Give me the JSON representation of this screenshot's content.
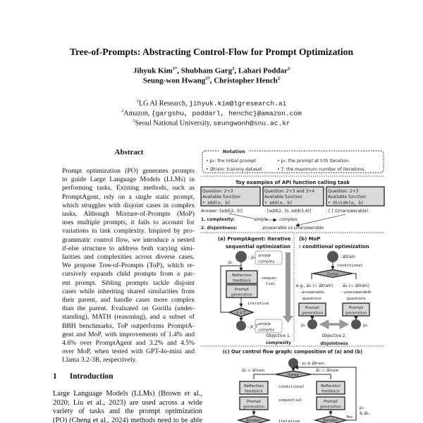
{
  "paper": {
    "title": "Tree-of-Prompts: Abstracting Control-Flow for Prompt Optimization",
    "authors_line1": [
      {
        "name": "Jihyuk Kim",
        "sup": "1*"
      },
      {
        "name": "Shubham Garg",
        "sup": "2"
      },
      {
        "name": "Lahari Poddar",
        "sup": "2"
      }
    ],
    "authors_line2": [
      {
        "name": "Seung-won Hwang",
        "sup": "3†"
      },
      {
        "name": "Christopher Hench",
        "sup": "2"
      }
    ],
    "affiliations": [
      {
        "sup": "1",
        "org": "LG AI Research, ",
        "email": "jihyuk.kim@lgresearch.ai"
      },
      {
        "sup": "2",
        "org": "Amazon, ",
        "email": "{gargshu, poddarl, henchc}@amazon.com"
      },
      {
        "sup": "3",
        "org": "Seoul National University, ",
        "email": "seungwonh@snu.ac.kr"
      }
    ],
    "abstract_heading": "Abstract",
    "abstract_lines": [
      "Prompt optimization (PO) generates prompts",
      "to guide Large Language Models (LLMs) in",
      "performing tasks. Existing methods, such as",
      "PromptAgent, rely on a single static prompt,",
      "which struggles with disjoint cases in complex",
      "tasks. Although Mixture-of-Prompts (MoP)",
      "uses multiple prompts, it fails to account for",
      "variations in task complexity. Inspired by pro-",
      "grammatic control flow, we introduce a nested",
      "if-else structure to address both varying simi-",
      "larities and complexities across diverse cases.",
      "We propose Tree-of-Prompts (ToP), which re-",
      "cursively expands child prompts from a par-",
      "ent prompt. Sibling prompts tackle disjoint",
      "cases while inheriting shared similarities from",
      "their parent, and handle cases more complex",
      "than the parent. Evaluated on Gorilla (under-",
      "standing), MATH (reasoning), and a subset of",
      "BBH benchmarks, ToP outperforms PromptA-",
      "gent and MoP, with improvements of 1.4% and",
      "4.6% over PromptAgent and 3.2% and 4.5%",
      "over MoP, when tested with GPT-4o-mini and",
      "Llama 3.2-3B, respectively."
    ],
    "intro_number": "1",
    "intro_heading": "Introduction",
    "intro_lines": [
      "Large Language Models (LLMs) (Brown et al.,",
      "2020; Liu et al., 2023) are used across a wide",
      "variety of tasks and the prompt optimization",
      "(PO) (Cheng et al., 2024) methods need to be able"
    ]
  },
  "figure": {
    "notation_label": "Notation",
    "notation": [
      "• p₀: the initial prompt",
      "• pₜ: the prompt at t-th iteration.",
      "• 𝒟train: training dataset",
      "• T: the maximum number of iterations."
    ],
    "toy_title": "Toy examples of API function calling task",
    "toy_boxes": [
      {
        "q": "Question: 2+3",
        "f": "Available function:",
        "fn": "• add(a, b)"
      },
      {
        "q": "Question: 2+3 and 3+4",
        "f": "Available function",
        "fn": "• add(a, b)"
      },
      {
        "q": "Question: 2+3",
        "f": "Available function:",
        "fn": "• divide(a, b)"
      }
    ],
    "answers": [
      "Answer: [add(2, 3)]",
      ": [add(2, 3), add(3,4)]",
      ": [ ] (Unanswerable)"
    ],
    "complexity_label": "1. complexity:",
    "simple": "simple",
    "complex": "complex",
    "disjointness_label": "2. disjointness:",
    "disjointness_value": "answerable vs unanswerable",
    "a_title": [
      "(a) PromptAgent: iterative",
      "sequential optimization"
    ],
    "b_title": [
      "(b) MoP",
      ": conditional optimization"
    ],
    "p0": ": p₀",
    "pt": "pₜ",
    "pT": ": p_T",
    "reflection": [
      "Reflection",
      "feedback"
    ],
    "prompt_gen": [
      "Prompt",
      "generation"
    ],
    "sequential_split": [
      "sequen-",
      "tial"
    ],
    "iterative": "iterative",
    "t_lt_T": "t < T",
    "objective1": [
      "Objective 1.",
      "complexity"
    ],
    "dtrain": ": 𝒟train",
    "conditional": "conditional",
    "ifelse": "if-else",
    "b_left": [
      "e.g., 𝒟₁ (⊂ 𝒟train)",
      ": answerable",
      "questions"
    ],
    "b_right": [
      "𝒟₂ (⊂ 𝒟train)",
      ": unanswerable",
      "questions"
    ],
    "p1": "p₁",
    "p2": "p₂",
    "objective2": [
      "Objective 2.",
      "disjointness"
    ],
    "c_title": "(c) Our control flow graph: composition of (a) and (b)",
    "c_root": ": p₀ & 𝒟train",
    "c_d1": "𝒟₁ ⊂ 𝒟train",
    "c_d2": "𝒟₂ ⊂ 𝒟train",
    "sequential": "sequential",
    "iterate": "Iterate?",
    "yes": "Yes",
    "c_loop": [
      "p₂",
      "& 𝒟₂"
    ],
    "colors": {
      "node": "#555555",
      "box": "#d9d9d9",
      "arrow_gray": "#999999"
    }
  }
}
